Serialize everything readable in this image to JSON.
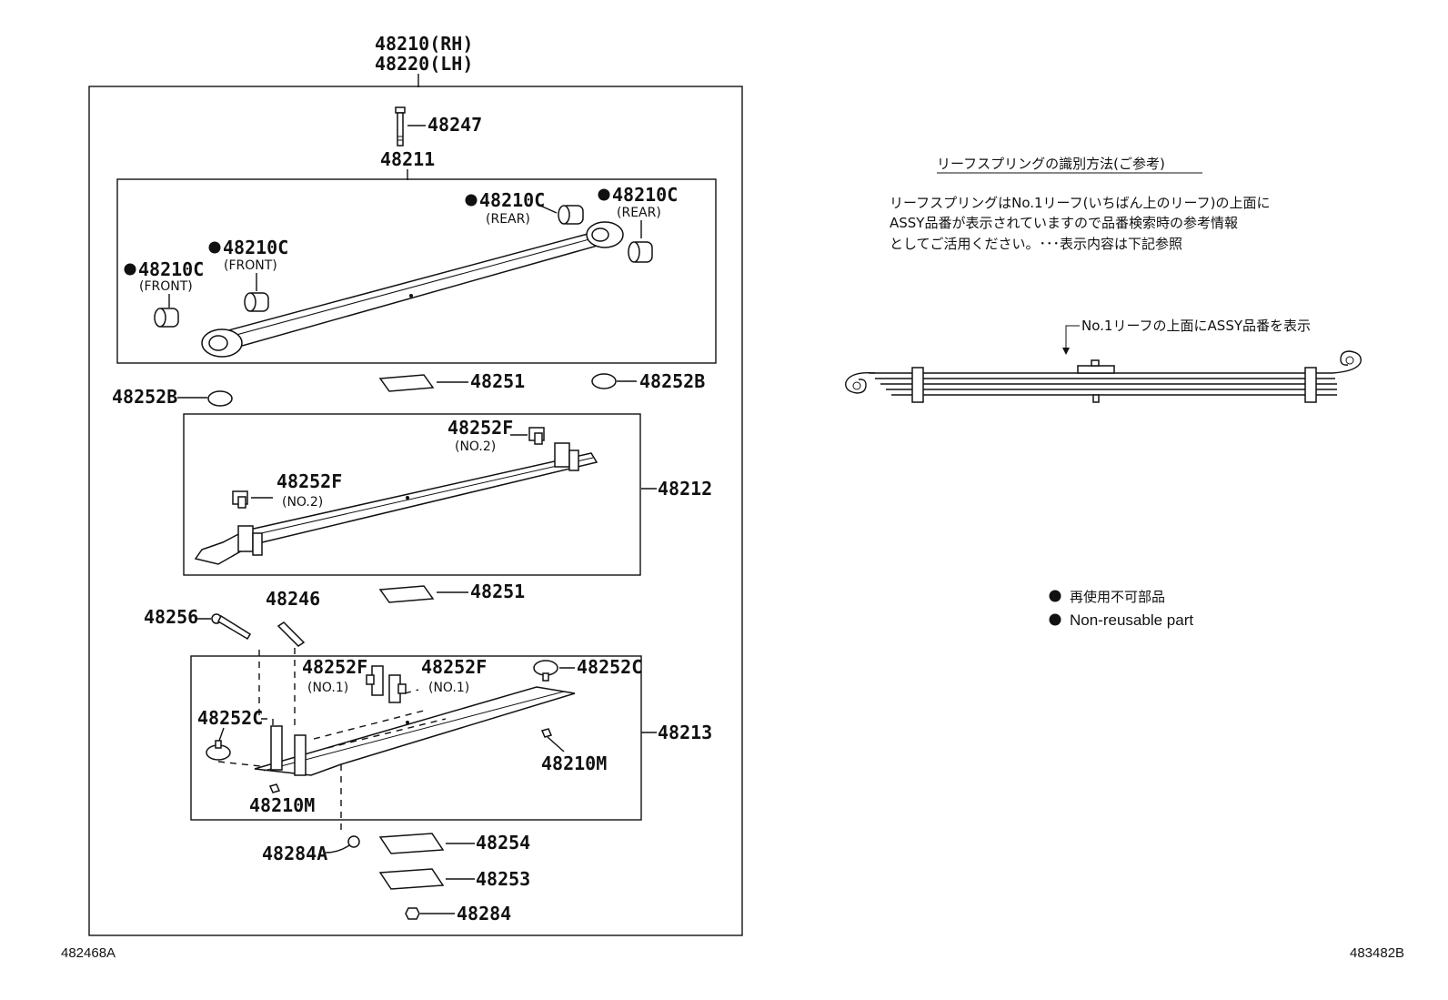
{
  "assembly": {
    "part_rh": "48210(RH)",
    "part_lh": "48220(LH)"
  },
  "labels": {
    "bolt": "48247",
    "leaf1": "48211",
    "bushing_rear_1": "48210C",
    "bushing_rear_1_note": "(REAR)",
    "bushing_rear_2": "48210C",
    "bushing_rear_2_note": "(REAR)",
    "bushing_front_1": "48210C",
    "bushing_front_1_note": "(FRONT)",
    "bushing_front_2": "48210C",
    "bushing_front_2_note": "(FRONT)",
    "insert_1": "48251",
    "cap_left": "48252B",
    "cap_right": "48252B",
    "clip_no2_a": "48252F",
    "clip_no2_a_note": "(NO.2)",
    "clip_no2_b": "48252F",
    "clip_no2_b_note": "(NO.2)",
    "leaf2": "48212",
    "insert_2": "48251",
    "clip_bolt": "48256",
    "pin": "48246",
    "clip_no1_a": "48252F",
    "clip_no1_a_note": "(NO.1)",
    "clip_no1_b": "48252F",
    "clip_no1_b_note": "(NO.1)",
    "cap_c_right": "48252C",
    "cap_c_left": "48252C",
    "leaf3": "48213",
    "nut_m_right": "48210M",
    "nut_m_left": "48210M",
    "nut_a": "48284A",
    "plate_1": "48254",
    "plate_2": "48253",
    "nut": "48284"
  },
  "figure_codes": {
    "left": "482468A",
    "right": "483482B"
  },
  "notes": {
    "title": "リーフスプリングの識別方法(ご参考)",
    "line1": "リーフスプリングはNo.1リーフ(いちばん上のリーフ)の上面に",
    "line2": "ASSY品番が表示されていますので品番検索時の参考情報",
    "line3": "としてご活用ください。･･･表示内容は下記参照",
    "callout": "No.1リーフの上面にASSY品番を表示"
  },
  "legend": {
    "jp": "再使用不可部品",
    "en": "Non-reusable part"
  }
}
